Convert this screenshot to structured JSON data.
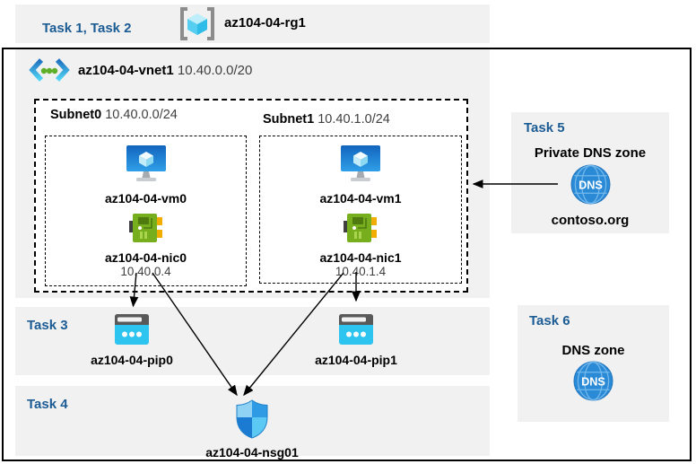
{
  "header": {
    "tasks_label": "Task 1, Task 2",
    "resource_group": "az104-04-rg1"
  },
  "vnet": {
    "name": "az104-04-vnet1",
    "cidr": "10.40.0.0/20",
    "subnets": [
      {
        "name": "Subnet0",
        "cidr": "10.40.0.0/24",
        "vm": "az104-04-vm0",
        "nic": "az104-04-nic0",
        "ip": "10.40.0.4"
      },
      {
        "name": "Subnet1",
        "cidr": "10.40.1.0/24",
        "vm": "az104-04-vm1",
        "nic": "az104-04-nic1",
        "ip": "10.40.1.4"
      }
    ]
  },
  "task3": {
    "label": "Task 3",
    "pip0": "az104-04-pip0",
    "pip1": "az104-04-pip1"
  },
  "task4": {
    "label": "Task 4",
    "nsg": "az104-04-nsg01"
  },
  "task5": {
    "label": "Task 5",
    "title": "Private DNS zone",
    "zone": "contoso.org"
  },
  "task6": {
    "label": "Task 6",
    "title": "DNS zone"
  },
  "icons": {
    "dns_label": "DNS",
    "names": [
      "resource-group-icon",
      "virtual-network-icon",
      "virtual-machine-icon",
      "network-interface-icon",
      "public-ip-icon",
      "dns-zone-icon",
      "nsg-shield-icon"
    ]
  },
  "colors": {
    "task_accent": "#1c5c94",
    "panel_bg": "#f1f1f1",
    "border": "#000000",
    "text_secondary": "#3f3f3f",
    "vm_blue": "#1265be",
    "nic_green": "#76ae1e",
    "nic_yellow": "#f2ae00",
    "pip_cyan": "#2ec4f0",
    "pip_bar_gray": "#595959",
    "dns_blue": "#2b8ad6",
    "nsg_light": "#8fd2f4",
    "nsg_mid": "#2f9be4",
    "nsg_dark": "#1b7ad2",
    "nsg_cyan": "#5cc8f4",
    "rg_cyan": "#49c8ee"
  }
}
